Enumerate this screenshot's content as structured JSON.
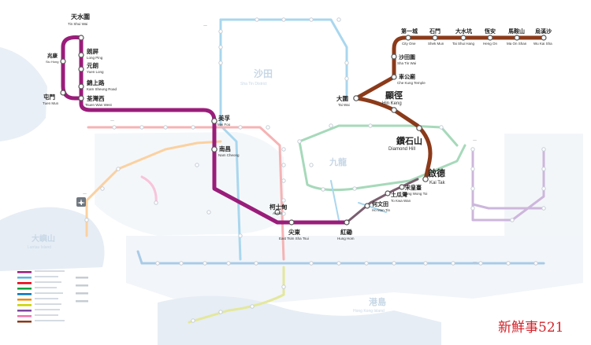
{
  "lines": {
    "tuen_ma": {
      "color": "#9a1d7a"
    },
    "east_rail": {
      "color": "#5bb6e0"
    },
    "tsuen_wan": {
      "color": "#e60012"
    },
    "kwun_tong": {
      "color": "#00a040"
    },
    "island": {
      "color": "#0075c2"
    },
    "tung_chung": {
      "color": "#f38b00"
    },
    "south_island": {
      "color": "#cbd300"
    },
    "tseung_kwan_o": {
      "color": "#7d499d"
    },
    "disneyland": {
      "color": "#f173ac"
    },
    "brown_segment": {
      "color": "#8b3a1a"
    }
  },
  "stations": {
    "tin_shui_wai": {
      "zh": "天水圍",
      "en": "Tin Shui Wai"
    },
    "long_ping": {
      "zh": "朗屏",
      "en": "Long Ping"
    },
    "yuen_long": {
      "zh": "元朗",
      "en": "Yuen Long"
    },
    "kam_sheung_road": {
      "zh": "錦上路",
      "en": "Kam Sheung Road"
    },
    "tsuen_wan_west": {
      "zh": "荃灣西",
      "en": "Tsuen Wan West"
    },
    "tuen_mun": {
      "zh": "屯門",
      "en": "Tuen Mun"
    },
    "siu_hong": {
      "zh": "兆康",
      "en": "Siu Hong"
    },
    "mei_foo": {
      "zh": "美孚",
      "en": "Mei Foo"
    },
    "nam_cheong": {
      "zh": "南昌",
      "en": "Nam Cheong"
    },
    "austin": {
      "zh": "柯士甸",
      "en": "Austin"
    },
    "east_tsim_sha_tsui": {
      "zh": "尖東",
      "en": "East Tsim Sha Tsui"
    },
    "hung_hom": {
      "zh": "紅磡",
      "en": "Hung Hom"
    },
    "ho_man_tin": {
      "zh": "何文田",
      "en": "Ho Man Tin"
    },
    "to_kwa_wan": {
      "zh": "土瓜灣",
      "en": "To Kwa Wan"
    },
    "sung_wong_toi": {
      "zh": "宋皇臺",
      "en": "Sung Wong Toi"
    },
    "kai_tak": {
      "zh": "啟德",
      "en": "Kai Tak"
    },
    "diamond_hill": {
      "zh": "鑽石山",
      "en": "Diamond Hill"
    },
    "hin_keng": {
      "zh": "顯徑",
      "en": "Hin Keng"
    },
    "tai_wai": {
      "zh": "大圍",
      "en": "Tai Wai"
    },
    "che_kung_temple": {
      "zh": "車公廟",
      "en": "Che Kung Temple"
    },
    "sha_tin_wai": {
      "zh": "沙田圍",
      "en": "Sha Tin Wai"
    },
    "city_one": {
      "zh": "第一城",
      "en": "City One"
    },
    "shek_mun": {
      "zh": "石門",
      "en": "Shek Mun"
    },
    "tai_shui_hang": {
      "zh": "大水坑",
      "en": "Tai Shui Hang"
    },
    "heng_on": {
      "zh": "恆安",
      "en": "Heng On"
    },
    "ma_on_shan": {
      "zh": "馬鞍山",
      "en": "Ma On Shan"
    },
    "wu_kai_sha": {
      "zh": "烏溪沙",
      "en": "Wu Kai Sha"
    }
  },
  "watermark": "新鮮事521"
}
